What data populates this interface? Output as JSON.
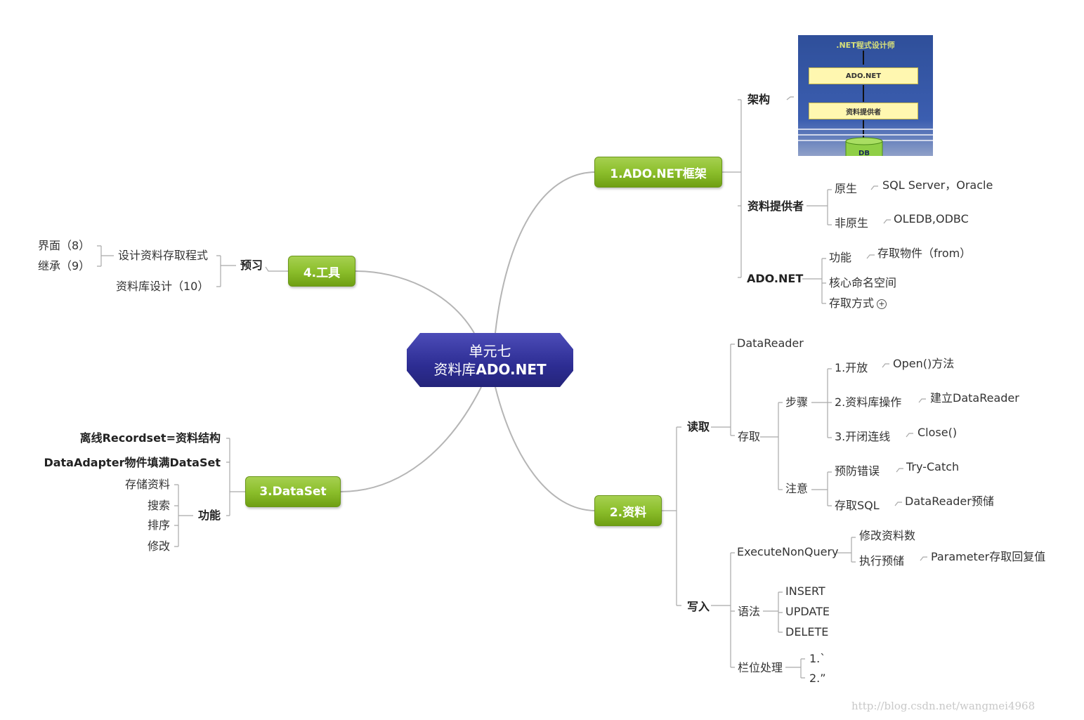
{
  "center": {
    "line1": "单元七",
    "line2_prefix": "资料库",
    "line2_suffix": "ADO.NET"
  },
  "branches": {
    "b1": {
      "title": "1.ADO.NET框架"
    },
    "b2": {
      "title": "2.资料"
    },
    "b3": {
      "title": "3.DataSet"
    },
    "b4": {
      "title": "4.工具"
    }
  },
  "b1": {
    "arch": {
      "label": "架构",
      "image": {
        "title": ".NET程式设计师",
        "box1": "ADO.NET",
        "box2": "资料提供者",
        "db": "DB"
      }
    },
    "provider": {
      "label": "资料提供者",
      "native": "原生",
      "native_val": "SQL Server，Oracle",
      "nonnative": "非原生",
      "nonnative_val": "OLEDB,ODBC"
    },
    "adonet": {
      "label": "ADO.NET",
      "func": "功能",
      "func_val": "存取物件（from）",
      "ns": "核心命名空间",
      "access": "存取方式"
    }
  },
  "b2": {
    "read": {
      "label": "读取",
      "datareader": "DataReader",
      "access": "存取",
      "steps": {
        "label": "步骤",
        "s1": "1.开放",
        "s1_val": "Open()方法",
        "s2": "2.资料库操作",
        "s2_val": "建立DataReader",
        "s3": "3.开闭连线",
        "s3_val": "Close()"
      },
      "note": {
        "label": "注意",
        "n1": "预防错误",
        "n1_val": "Try-Catch",
        "n2": "存取SQL",
        "n2_val": "DataReader预储"
      }
    },
    "write": {
      "label": "写入",
      "execute": "ExecuteNonQuery",
      "e1": "修改资料数",
      "e2": "执行预储",
      "e2_val": "Parameter存取回复值",
      "syntax": "语法",
      "insert": "INSERT",
      "update": "UPDATE",
      "delete": "DELETE",
      "field": "栏位处理",
      "f1": "1.`",
      "f2": "2.”"
    }
  },
  "b3": {
    "offline": "离线Recordset=资料结构",
    "adapter": "DataAdapter物件填满DataSet",
    "func": "功能",
    "f1": "存储资料",
    "f2": "搜索",
    "f3": "排序",
    "f4": "修改"
  },
  "b4": {
    "preview": "预习",
    "design": "设计资料存取程式",
    "ui": "界面（8）",
    "inherit": "继承（9）",
    "dbdesign": "资料库设计（10）"
  },
  "watermark": "http://blog.csdn.net/wangmei4968"
}
